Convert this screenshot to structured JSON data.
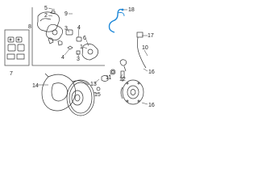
{
  "diagram": {
    "accent_color": "#1e88d8",
    "line_color": "#333333",
    "callouts": {
      "c1": "1",
      "c2": "2",
      "c3": "3",
      "c4": "4",
      "c5": "5",
      "c6": "6",
      "c7": "7",
      "c8": "8",
      "c9": "9",
      "c10": "10",
      "c11": "11",
      "c12": "12",
      "c13": "13",
      "c14": "14",
      "c15": "15",
      "c16": "16",
      "c17": "17",
      "c18": "18"
    }
  }
}
